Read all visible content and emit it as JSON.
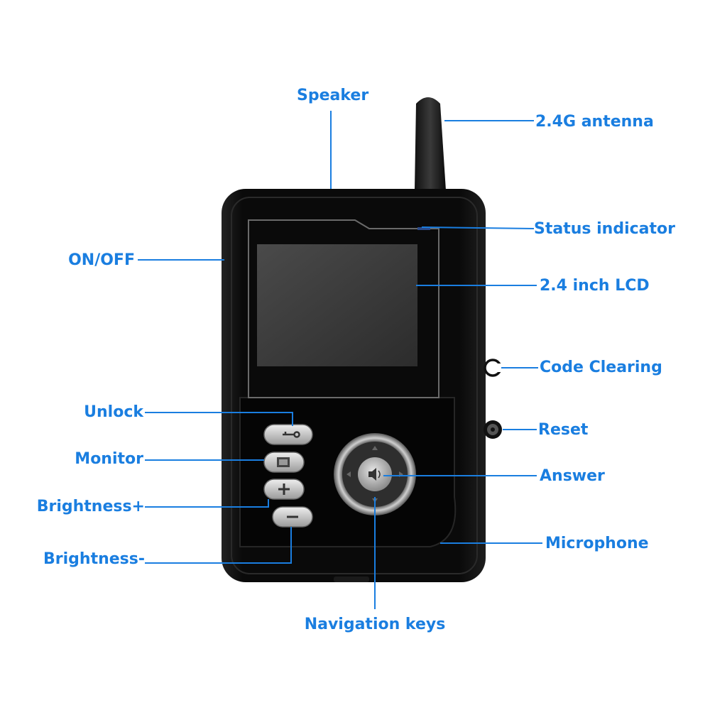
{
  "labels": {
    "speaker": "Speaker",
    "antenna": "2.4G antenna",
    "status_indicator": "Status indicator",
    "on_off": "ON/OFF",
    "lcd": "2.4 inch LCD",
    "code_clearing": "Code Clearing",
    "reset": "Reset",
    "unlock": "Unlock",
    "monitor": "Monitor",
    "answer": "Answer",
    "brightness_plus": "Brightness+",
    "brightness_minus": "Brightness-",
    "microphone": "Microphone",
    "navigation_keys": "Navigation keys"
  },
  "colors": {
    "label": "#1a7ee0",
    "leader_line": "#1a7ee0",
    "device_body": "#0b0b0b",
    "screen": "#3a3a3a",
    "buttons": "#c9c9c9"
  },
  "icons": {
    "unlock_button": "key-icon",
    "monitor_button": "picture-icon",
    "brightness_plus_button": "plus-icon",
    "brightness_minus_button": "minus-icon",
    "nav_center": "speaker-icon",
    "code_clearing": "open-ring-icon",
    "reset": "dot-ring-icon"
  }
}
